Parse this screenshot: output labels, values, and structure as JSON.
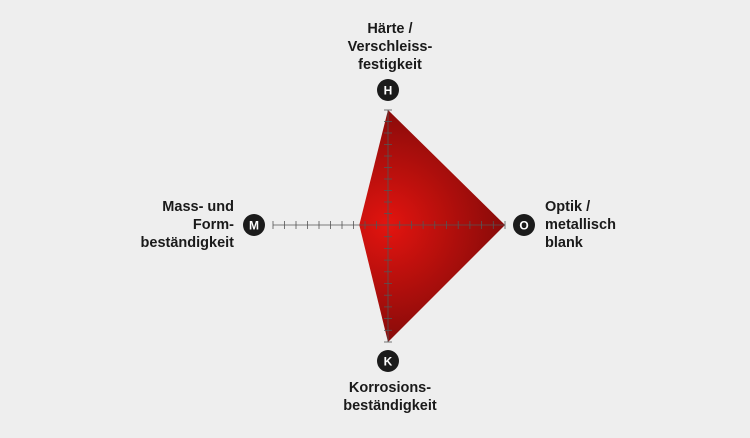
{
  "chart_data": {
    "type": "radar",
    "axes": [
      {
        "key": "H",
        "badge": "H",
        "label_lines": [
          "Härte /",
          "Verschleiss-",
          "festigkeit"
        ]
      },
      {
        "key": "O",
        "badge": "O",
        "label_lines": [
          "Optik /",
          "metallisch",
          "blank"
        ]
      },
      {
        "key": "K",
        "badge": "K",
        "label_lines": [
          "Korrosions-",
          "beständigkeit"
        ]
      },
      {
        "key": "M",
        "badge": "M",
        "label_lines": [
          "Mass- und",
          "Form-",
          "beständigkeit"
        ]
      }
    ],
    "scale_max": 10,
    "values": {
      "H": 10,
      "O": 10,
      "K": 10,
      "M": 2.5
    },
    "fill_colors": {
      "center": "#e3140f",
      "edge": "#6e0808"
    },
    "axis_color": "#555555",
    "badge_color": "#1b1b1b"
  }
}
